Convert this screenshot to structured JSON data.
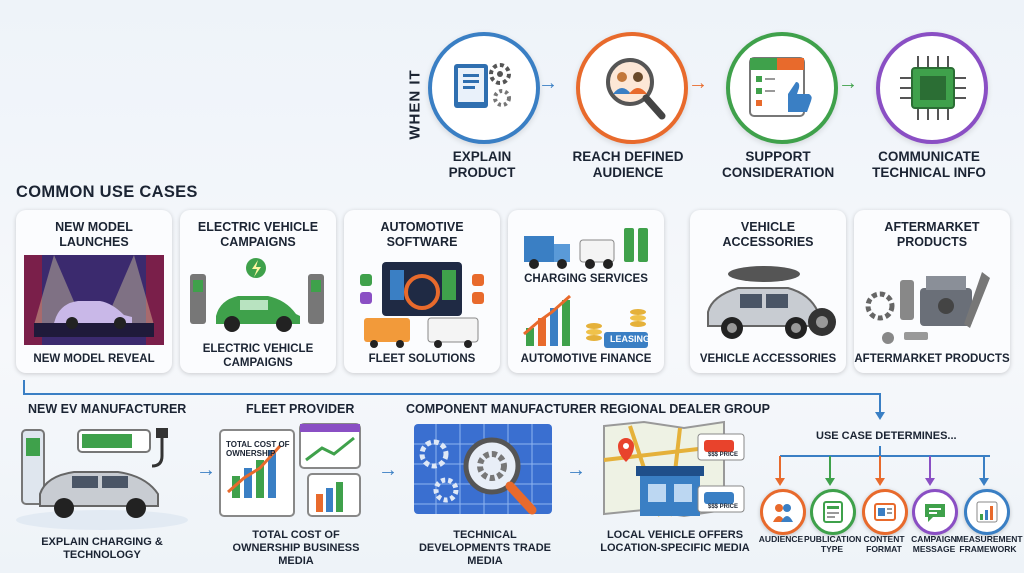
{
  "header": {
    "when_it": "WHEN IT"
  },
  "goals": [
    {
      "label": "EXPLAIN PRODUCT",
      "icon": "book-gears-icon",
      "color": "#3a7fc4"
    },
    {
      "label": "REACH DEFINED AUDIENCE",
      "icon": "audience-magnifier-icon",
      "color": "#e86a2c"
    },
    {
      "label": "SUPPORT CONSIDERATION",
      "icon": "pros-cons-thumbs-up-icon",
      "color": "#3fa14b"
    },
    {
      "label": "COMMUNICATE TECHNICAL INFO",
      "icon": "chip-circuit-icon",
      "color": "#8a4fc4"
    }
  ],
  "use_cases": {
    "title": "COMMON USE CASES",
    "cards": [
      {
        "title": "NEW MODEL LAUNCHES",
        "caption": "NEW MODEL REVEAL"
      },
      {
        "title": "ELECTRIC VEHICLE CAMPAIGNS",
        "caption": "ELECTRIC VEHICLE CAMPAIGNS"
      },
      {
        "title": "AUTOMOTIVE SOFTWARE",
        "caption": "FLEET SOLUTIONS"
      },
      {
        "title": "CHARGING SERVICES",
        "caption": "AUTOMOTIVE FINANCE",
        "badge": "LEASING"
      },
      {
        "title": "VEHICLE ACCESSORIES",
        "caption": "VEHICLE ACCESSORIES"
      },
      {
        "title": "AFTERMARKET PRODUCTS",
        "caption": "AFTERMARKET PRODUCTS"
      }
    ]
  },
  "flow": [
    {
      "title": "NEW EV MANUFACTURER",
      "caption": "EXPLAIN CHARGING & TECHNOLOGY"
    },
    {
      "title": "FLEET PROVIDER",
      "caption": "TOTAL COST OF OWNERSHIP BUSINESS MEDIA",
      "inset": "TOTAL COST OF OWNERSHIP"
    },
    {
      "title": "COMPONENT MANUFACTURER",
      "caption": "TECHNICAL DEVELOPMENTS TRADE MEDIA"
    },
    {
      "title": "REGIONAL DEALER GROUP",
      "caption": "LOCAL VEHICLE OFFERS LOCATION-SPECIFIC MEDIA",
      "price_tag_1": "$$$ PRICE",
      "price_tag_2": "$$$ PRICE"
    }
  ],
  "determines": {
    "title": "USE CASE DETERMINES...",
    "items": [
      {
        "label": "AUDIENCE",
        "icon": "people-icon",
        "color": "#e86a2c"
      },
      {
        "label": "PUBLICATION TYPE",
        "icon": "publication-icon",
        "color": "#3fa14b"
      },
      {
        "label": "CONTENT FORMAT",
        "icon": "content-format-icon",
        "color": "#e86a2c"
      },
      {
        "label": "CAMPAIGN MESSAGE",
        "icon": "message-icon",
        "color": "#8a4fc4"
      },
      {
        "label": "MEASUREMENT FRAMEWORK",
        "icon": "chart-icon",
        "color": "#3a7fc4"
      }
    ]
  },
  "colors": {
    "blue": "#3a7fc4",
    "orange": "#e86a2c",
    "green": "#3fa14b",
    "purple": "#8a4fc4"
  }
}
